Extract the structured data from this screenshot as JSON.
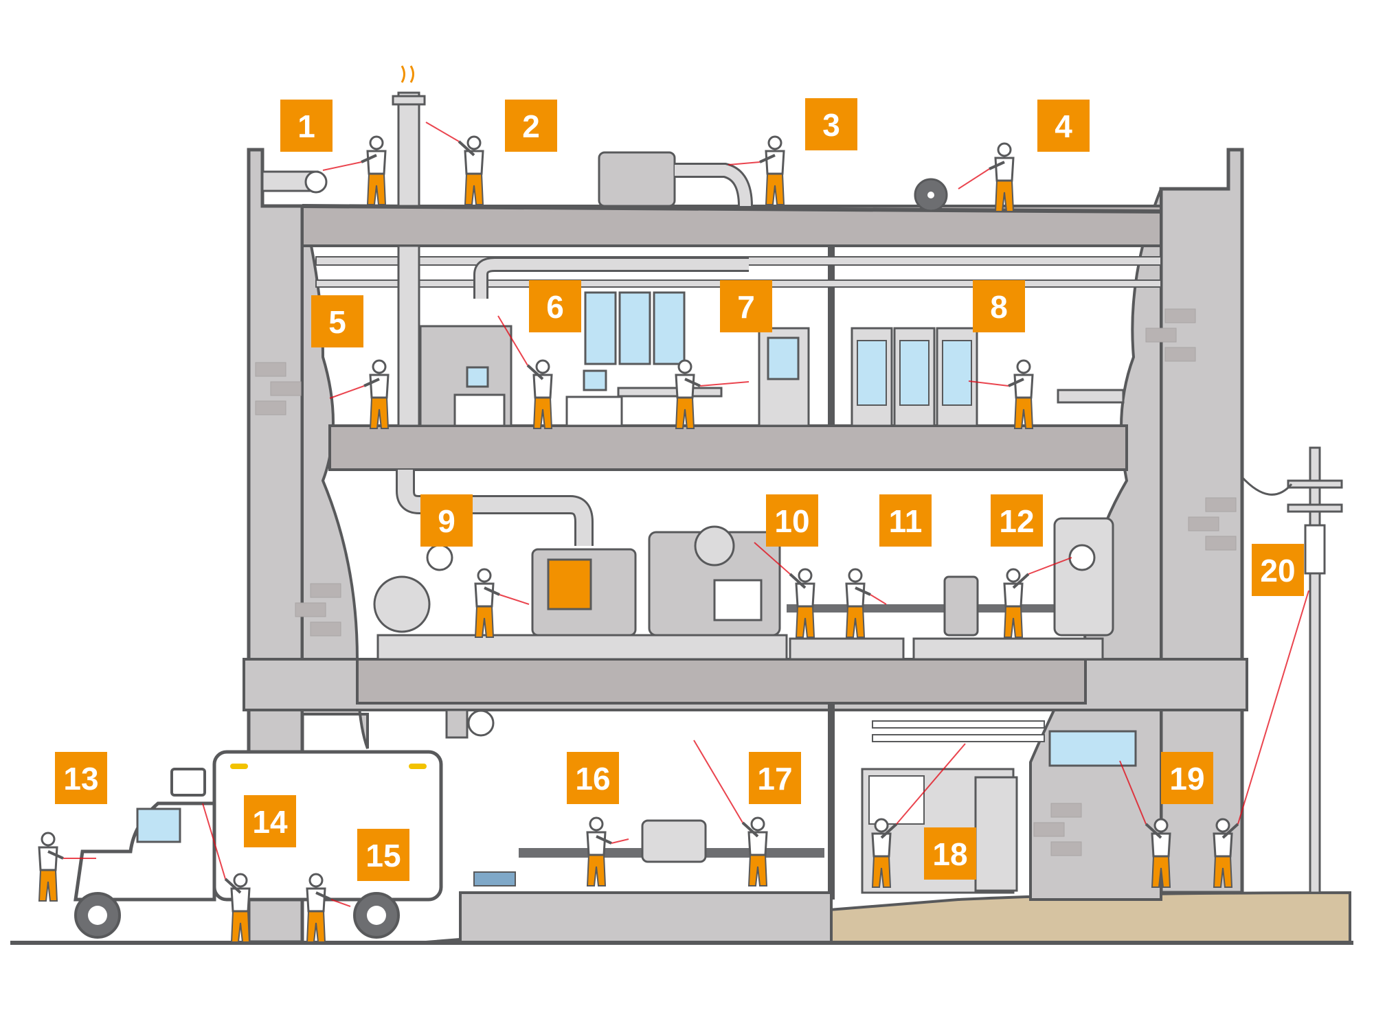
{
  "colors": {
    "accent": "#f29100",
    "wall": "#c9c7c8",
    "wall_light": "#dcdbdc",
    "slab": "#b8b3b3",
    "outline": "#58595b",
    "ground": "#d6c3a1",
    "window": "#bfe3f5",
    "uniform": "#f29100",
    "shirt": "#ffffff",
    "laser": "#e30613"
  },
  "labels": {
    "n1": "1",
    "n2": "2",
    "n3": "3",
    "n4": "4",
    "n5": "5",
    "n6": "6",
    "n7": "7",
    "n8": "8",
    "n9": "9",
    "n10": "10",
    "n11": "11",
    "n12": "12",
    "n13": "13",
    "n14": "14",
    "n15": "15",
    "n16": "16",
    "n17": "17",
    "n18": "18",
    "n19": "19",
    "n20": "20"
  }
}
